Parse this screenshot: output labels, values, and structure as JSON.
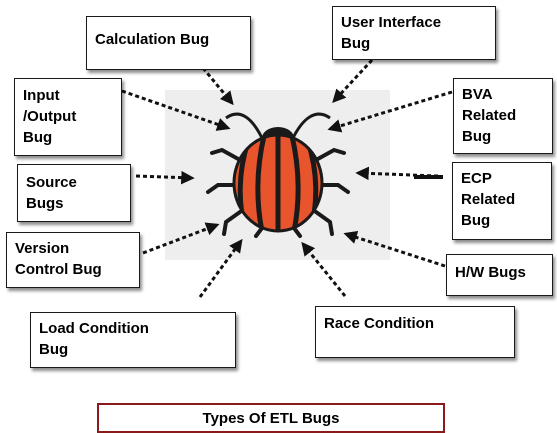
{
  "labels": {
    "calculation": "Calculation Bug",
    "user_interface": "User Interface\nBug",
    "input_output": "Input\n/Output\nBug",
    "bva": "BVA\nRelated\nBug",
    "source": "Source\nBugs",
    "ecp": "ECP\nRelated\nBug",
    "version_control": "Version\nControl Bug",
    "hw": "H/W Bugs",
    "load_condition": "Load Condition\nBug",
    "race_condition": "Race Condition"
  },
  "caption": "Types Of ETL Bugs",
  "colors": {
    "bug_body": "#e8542c",
    "bug_stripe": "#1a1a1a",
    "caption_border": "#8b1a1a"
  }
}
